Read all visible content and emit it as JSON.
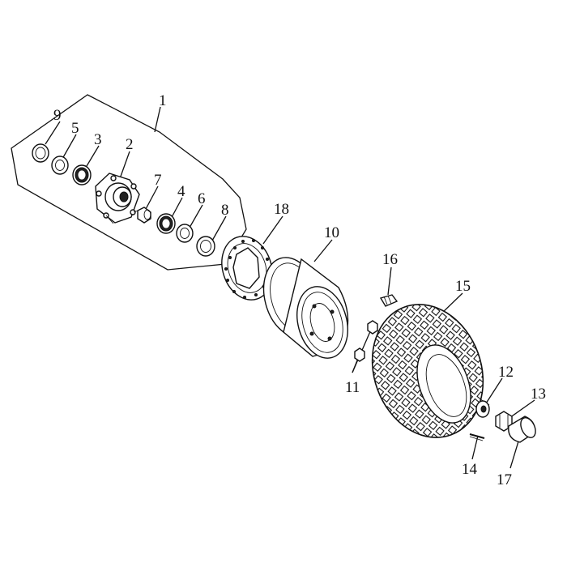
{
  "diagram": {
    "labels": {
      "p1": "1",
      "p2": "2",
      "p3": "3",
      "p4": "4",
      "p5": "5",
      "p6": "6",
      "p7": "7",
      "p8": "8",
      "p9": "9",
      "p10": "10",
      "p11": "11",
      "p12": "12",
      "p13": "13",
      "p14": "14",
      "p15": "15",
      "p16": "16",
      "p17": "17",
      "p18": "18"
    },
    "colors": {
      "line": "#111111",
      "background": "#ffffff"
    }
  }
}
